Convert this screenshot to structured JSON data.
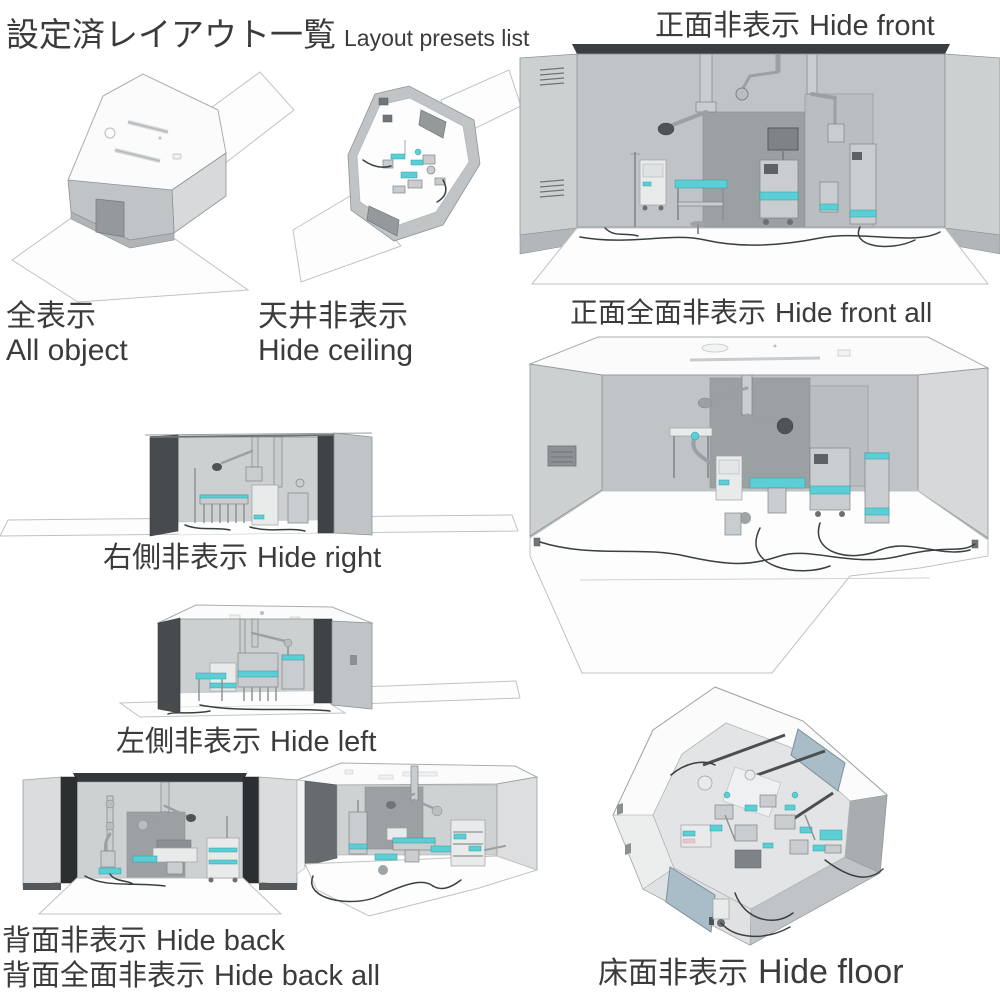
{
  "title": {
    "ja": "設定済レイアウト一覧",
    "en": "Layout presets list"
  },
  "presets": [
    {
      "id": "all-object",
      "ja": "全表示",
      "en": "All object"
    },
    {
      "id": "hide-ceiling",
      "ja": "天井非表示",
      "en": "Hide ceiling"
    },
    {
      "id": "hide-front",
      "ja": "正面非表示",
      "en": "Hide front"
    },
    {
      "id": "hide-front-all",
      "ja": "正面全面非表示",
      "en": "Hide front all"
    },
    {
      "id": "hide-right",
      "ja": "右側非表示",
      "en": "Hide right"
    },
    {
      "id": "hide-left",
      "ja": "左側非表示",
      "en": "Hide left"
    },
    {
      "id": "hide-back",
      "ja": "背面非表示",
      "en": "Hide back"
    },
    {
      "id": "hide-back-all",
      "ja": "背面全面非表示",
      "en": "Hide back all"
    },
    {
      "id": "hide-floor",
      "ja": "床面非表示",
      "en": "Hide floor"
    }
  ],
  "colors": {
    "text": "#3b3b3b",
    "equipment_accent_teal": "#5ccfd6",
    "door_slate_blue": "#a9bdc8",
    "wall_grey": "#c0c4c6",
    "wall_light": "#cdd0d1",
    "cut_wall_dark": "#474b4d",
    "cut_wall_darkest": "#2c2f31",
    "floor_white": "#fdfdfe"
  }
}
